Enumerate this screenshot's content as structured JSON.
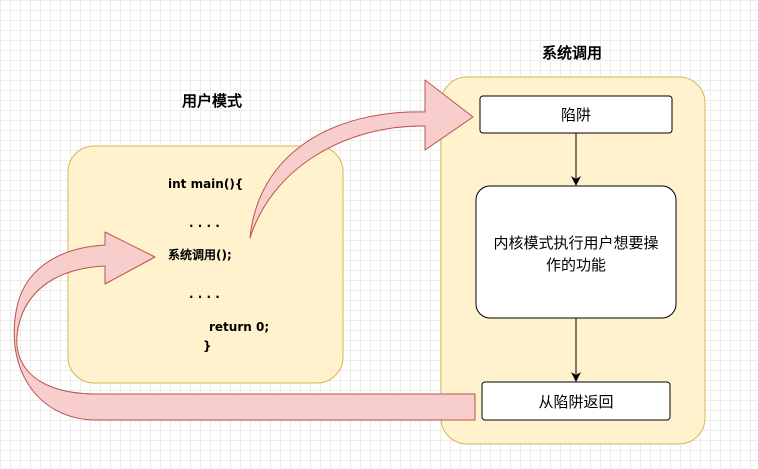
{
  "user_mode": {
    "title": "用户模式",
    "code_lines": [
      "int main(){",
      ". . . .",
      "系统调用();",
      ". . . .",
      "return 0;",
      "}"
    ]
  },
  "syscall": {
    "title": "系统调用",
    "trap": "陷阱",
    "kernel_line1": "内核模式执行用户想要操",
    "kernel_line2": "作的功能",
    "return_from_trap": "从陷阱返回"
  },
  "colors": {
    "container_fill": "#fff2cc",
    "container_stroke": "#d6b656",
    "arrow_fill": "#f8cecc",
    "arrow_stroke": "#b85450"
  }
}
